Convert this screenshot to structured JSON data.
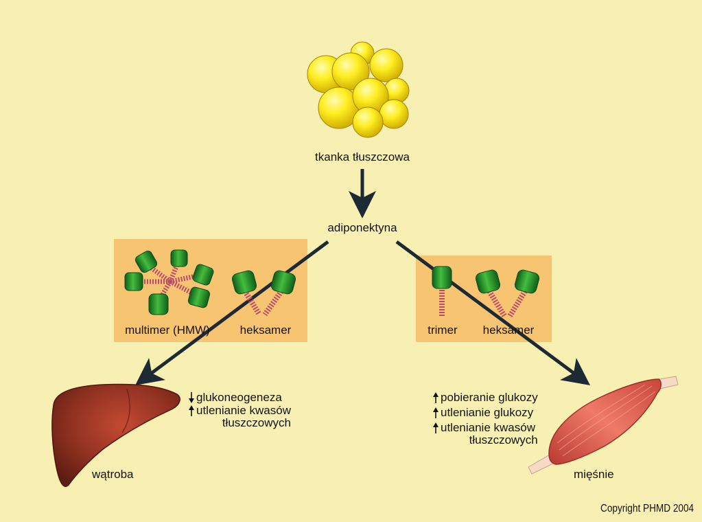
{
  "source": {
    "label": "tkanka tłuszczowa"
  },
  "hormone": {
    "label": "adiponektyna"
  },
  "left_box": {
    "forms": [
      "multimer (HMW)",
      "heksamer"
    ]
  },
  "right_box": {
    "forms": [
      "trimer",
      "heksamer"
    ]
  },
  "liver": {
    "label": "wątroba",
    "effects": [
      {
        "direction": "down",
        "text": "glukoneogeneza",
        "continuation": ""
      },
      {
        "direction": "up",
        "text": "utlenianie kwasów",
        "continuation": "tłuszczowych"
      }
    ]
  },
  "muscle": {
    "label": "mięśnie",
    "effects": [
      {
        "direction": "up",
        "text": "pobieranie glukozy",
        "continuation": ""
      },
      {
        "direction": "up",
        "text": "utlenianie glukozy",
        "continuation": ""
      },
      {
        "direction": "up",
        "text": "utlenianie kwasów",
        "continuation": "tłuszczowych"
      }
    ]
  },
  "copyright": "Copyright PHMD 2004",
  "colors": {
    "background": "#f8f0b2",
    "box": "#f7c571",
    "fat_cell": "#ffee22",
    "protein_head": "#2fa12f",
    "collagen_stalk": "#d0708a",
    "arrow": "#1e2a33",
    "liver": "#8a2e1e",
    "muscle": "#d9574b"
  }
}
